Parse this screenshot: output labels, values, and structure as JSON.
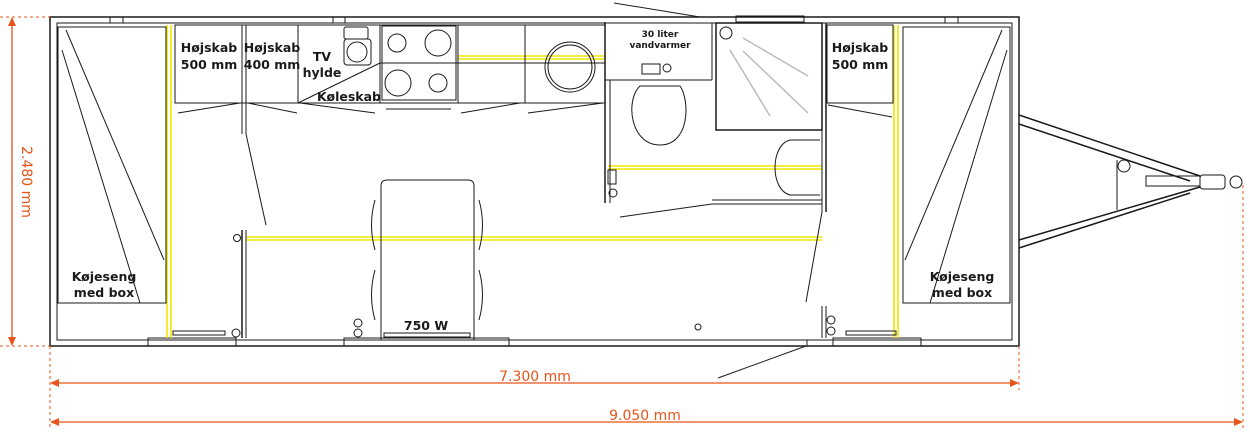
{
  "labels": {
    "cab_left_500": [
      "Højskab",
      "500 mm"
    ],
    "cab_400": [
      "Højskab",
      "400 mm"
    ],
    "tv_shelf": [
      "TV",
      "hylde"
    ],
    "fridge": "Køleskab",
    "water_heater": [
      "30 liter",
      "vandvarmer"
    ],
    "cab_right_500": [
      "Højskab",
      "500 mm"
    ],
    "bunk_left": [
      "Køjeseng",
      "med box"
    ],
    "bunk_right": [
      "Køjeseng",
      "med box"
    ],
    "heater": "750 W"
  },
  "dimensions": {
    "width": "2.480 mm",
    "body_length": "7.300 mm",
    "total_length": "9.050 mm"
  },
  "colors": {
    "dimension": "#e8541a",
    "electrical": "#f2e600",
    "walls": "#1a1a1a"
  }
}
